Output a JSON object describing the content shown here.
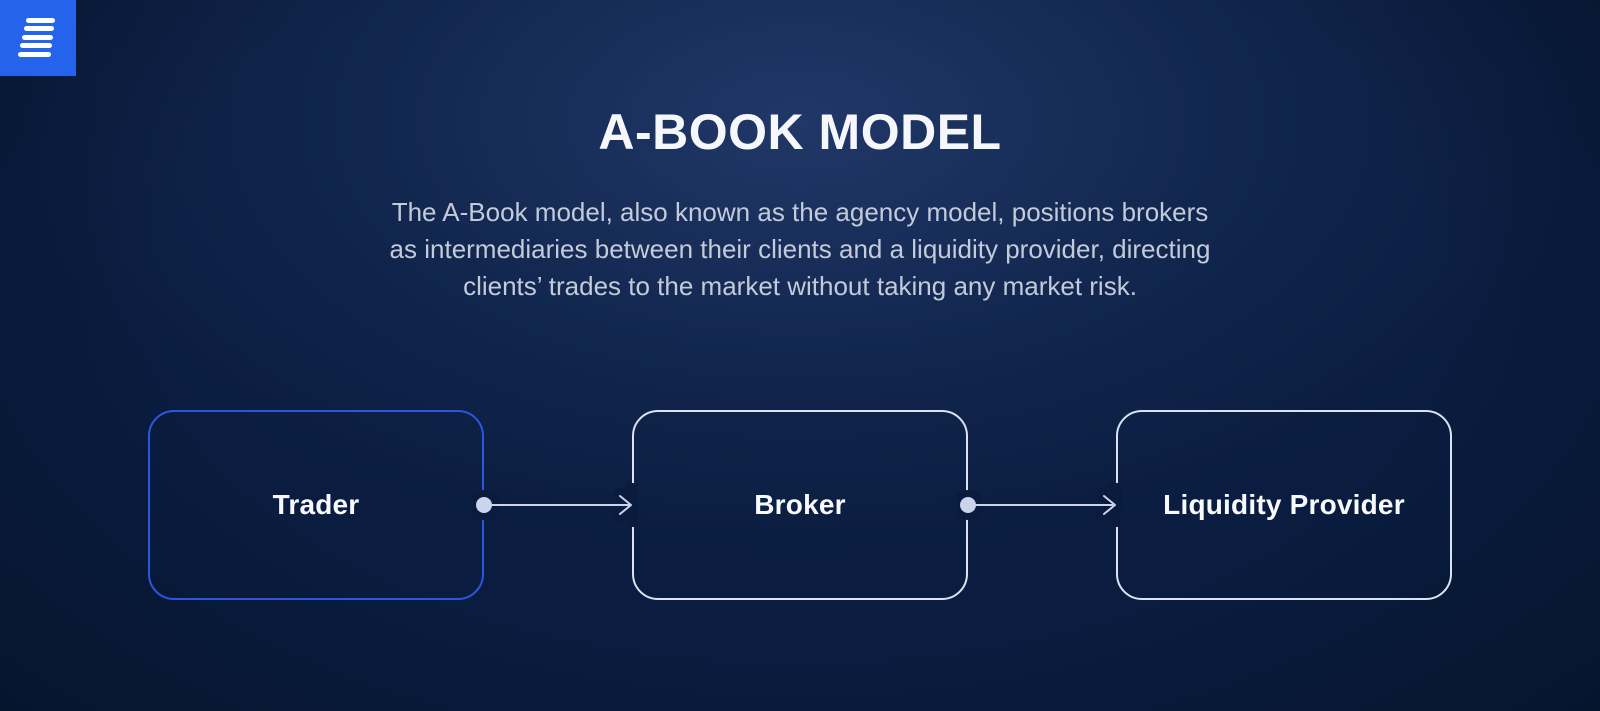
{
  "logo": {
    "icon": "stacked-lines-logo",
    "background_color": "#2563eb",
    "bar_color": "#ffffff"
  },
  "header": {
    "title": "A-BOOK MODEL",
    "description": "The A-Book model, also known as the agency model, positions brokers\nas intermediaries between their clients and a liquidity provider, directing\nclients’ trades to the market without taking any market risk."
  },
  "diagram": {
    "nodes": [
      {
        "id": "trader",
        "label": "Trader",
        "border_color": "#2e55e0",
        "emphasis": "primary"
      },
      {
        "id": "broker",
        "label": "Broker",
        "border_color": "#dbe2f4",
        "emphasis": "default"
      },
      {
        "id": "liquidity-provider",
        "label": "Liquidity Provider",
        "border_color": "#dbe2f4",
        "emphasis": "default"
      }
    ],
    "connectors": [
      {
        "from": "trader",
        "to": "broker",
        "shape": "dot-line-arrow",
        "color": "#ccd4ec"
      },
      {
        "from": "broker",
        "to": "liquidity-provider",
        "shape": "dot-line-arrow",
        "color": "#ccd4ec"
      }
    ]
  },
  "colors": {
    "background_center": "#213767",
    "background_edge": "#06142f",
    "title_text": "#f5f7fb",
    "description_text": "#c3cad9",
    "node_label_text": "#f7f9fc",
    "accent_blue": "#2e55e0",
    "connector_light": "#ccd4ec"
  }
}
